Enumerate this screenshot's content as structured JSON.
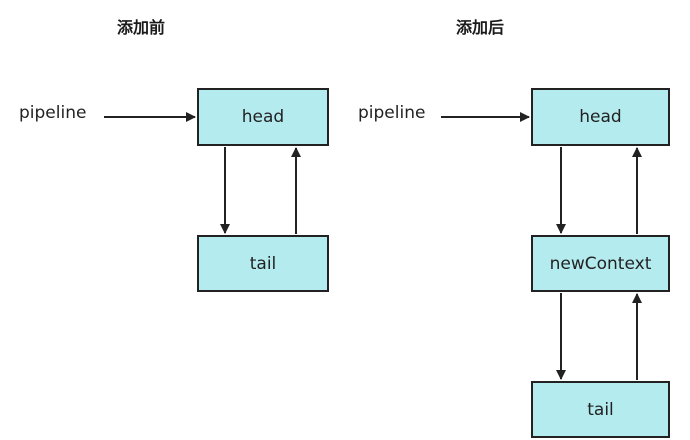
{
  "before": {
    "title": "添加前",
    "pipeline_label": "pipeline",
    "nodes": {
      "head": "head",
      "tail": "tail"
    }
  },
  "after": {
    "title": "添加后",
    "pipeline_label": "pipeline",
    "nodes": {
      "head": "head",
      "middle": "newContext",
      "tail": "tail"
    }
  },
  "colors": {
    "node_fill": "#b3ebef",
    "stroke": "#222222"
  }
}
